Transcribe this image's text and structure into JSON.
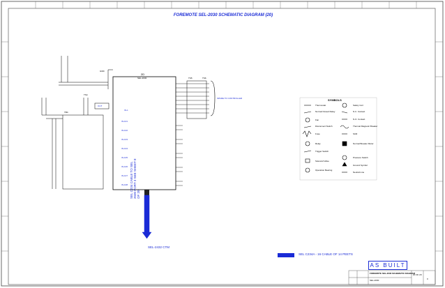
{
  "sheet": {
    "title": "FOREMOTE SEL-2030 SCHEMATIC DIAGRAM (20)",
    "stamp": "AS BUILT",
    "note": "SEL C234A - 16 CABLE OF 14 PEETS",
    "cable_label": "SEL-2432 CTM",
    "vertical_cable_text": "SEL C234 CABLE TO SEL 2030 PORT 3 SEE SHEET 8 OF 20"
  },
  "labels": {
    "gnd": "GND",
    "block_2d": "2D",
    "block_sub": "SEL-2030",
    "ts_a": "TS5",
    "ts_b": "TS6",
    "tb_left": "TB4",
    "tb_mid": "TS4",
    "bracket_note": "SPARE TO CONTROLLER",
    "input_word": "IN-1",
    "out_tag": "OUT"
  },
  "channels": [
    "IN-101",
    "IN-102",
    "IN-103",
    "IN-104",
    "IN-105",
    "IN-106",
    "IN-107",
    "IN-108"
  ],
  "legend": {
    "title": "SYMBOLS",
    "left": [
      "Thermostat",
      "Normal Closed Relay",
      "Fan",
      "Disconnect Switch",
      "Fuse",
      "Relay",
      "Trigger Switch",
      "Solenoid Valve",
      "Operation Bearing"
    ],
    "right": [
      "Safety Coil",
      "N.C. Contact",
      "N.O. Contact",
      "Thermal Magnetic Breaker",
      "SCR",
      "Normal Breaker Motor",
      "Pressure Switch",
      "Ground Symbol",
      "Neutral Line"
    ]
  },
  "title_block": {
    "drawing_title": "FOREMOTE SEL-2030 SCHEMATIC DIAGRAM",
    "sheet_no": "20 OF 20",
    "sub": "SEL-2030",
    "rev": "0"
  }
}
